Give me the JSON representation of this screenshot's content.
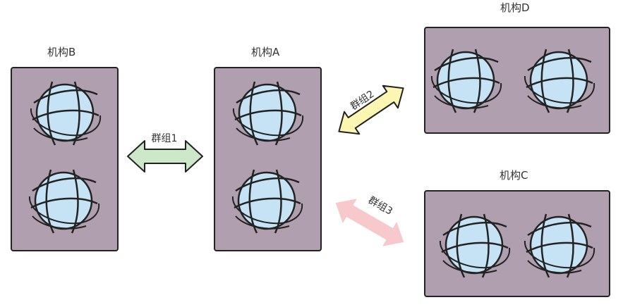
{
  "colors": {
    "box_fill": "#b09fae",
    "globe_fill": "#c5e3f5",
    "outline": "#222222",
    "arrow_green": "#cde8c8",
    "arrow_yellow": "#fbf7b2",
    "arrow_pink": "#f7c9cc"
  },
  "orgs": {
    "a": {
      "label": "机构A",
      "globe_count": 2
    },
    "b": {
      "label": "机构B",
      "globe_count": 2
    },
    "c": {
      "label": "机构C",
      "globe_count": 2
    },
    "d": {
      "label": "机构D",
      "globe_count": 2
    }
  },
  "links": [
    {
      "label": "群组1",
      "from": "机构B",
      "to": "机构A",
      "color": "green"
    },
    {
      "label": "群组2",
      "from": "机构A",
      "to": "机构D",
      "color": "yellow"
    },
    {
      "label": "群组3",
      "from": "机构A",
      "to": "机构C",
      "color": "pink"
    }
  ]
}
